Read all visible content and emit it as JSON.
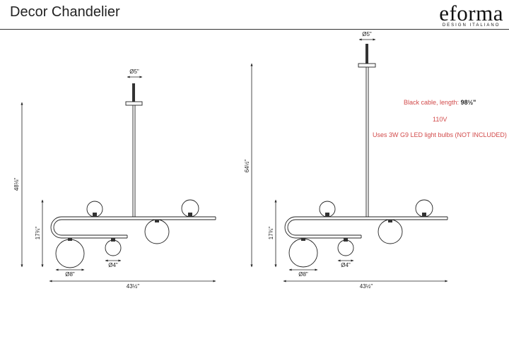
{
  "header": {
    "title": "Decor Chandelier",
    "brand": "eforma",
    "brand_tagline": "DESIGN ITALIANO"
  },
  "left_view": {
    "canopy_diameter": "Ø5\"",
    "height_total": "48⅛\"",
    "height_body": "17¾\"",
    "large_globe": "Ø8\"",
    "small_globe": "Ø4\"",
    "width": "43½\""
  },
  "right_view": {
    "canopy_diameter": "Ø5\"",
    "height_total": "64½\"",
    "height_body": "17¾\"",
    "large_globe": "Ø8\"",
    "small_globe": "Ø4\"",
    "width": "43½\""
  },
  "notes": {
    "cable_label": "Black cable, length:",
    "cable_value": "98½\"",
    "voltage": "110V",
    "bulbs": "Uses 3W G9 LED light bulbs (NOT INCLUDED)"
  },
  "colors": {
    "line": "#222222",
    "note_red": "#d24a4a"
  }
}
